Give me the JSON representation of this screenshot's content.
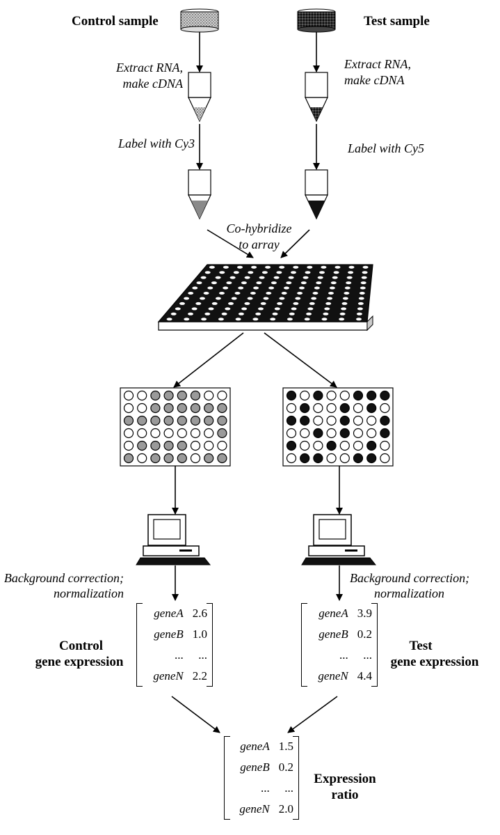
{
  "labels": {
    "control_sample": "Control sample",
    "test_sample": "Test sample",
    "extract_left_1": "Extract RNA,",
    "extract_left_2": "make cDNA",
    "extract_right_1": "Extract RNA,",
    "extract_right_2": "make cDNA",
    "label_cy3": "Label with Cy3",
    "label_cy5": "Label with Cy5",
    "cohybridize_1": "Co-hybridize",
    "cohybridize_2": "to array",
    "bg_left_1": "Background correction;",
    "bg_left_2": "normalization",
    "bg_right_1": "Background correction;",
    "bg_right_2": "normalization",
    "control_expr_1": "Control",
    "control_expr_2": "gene expression",
    "test_expr_1": "Test",
    "test_expr_2": "gene expression",
    "ratio_1": "Expression",
    "ratio_2": "ratio"
  },
  "matrices": {
    "control": [
      {
        "gene": "geneA",
        "value": "2.6"
      },
      {
        "gene": "geneB",
        "value": "1.0"
      },
      {
        "gene": "...",
        "value": "..."
      },
      {
        "gene": "geneN",
        "value": "2.2"
      }
    ],
    "test": [
      {
        "gene": "geneA",
        "value": "3.9"
      },
      {
        "gene": "geneB",
        "value": "0.2"
      },
      {
        "gene": "...",
        "value": "..."
      },
      {
        "gene": "geneN",
        "value": "4.4"
      }
    ],
    "ratio": [
      {
        "gene": "geneA",
        "value": "1.5"
      },
      {
        "gene": "geneB",
        "value": "0.2"
      },
      {
        "gene": "...",
        "value": "..."
      },
      {
        "gene": "geneN",
        "value": "2.0"
      }
    ]
  },
  "spot_grids": {
    "control": {
      "fill_color": "#9a9a9a",
      "rows": [
        [
          0,
          0,
          1,
          1,
          1,
          1,
          0,
          0
        ],
        [
          0,
          0,
          1,
          1,
          1,
          1,
          1,
          1
        ],
        [
          1,
          1,
          1,
          1,
          1,
          1,
          1,
          1
        ],
        [
          0,
          0,
          0,
          0,
          0,
          0,
          0,
          1
        ],
        [
          0,
          1,
          1,
          1,
          1,
          0,
          0,
          0
        ],
        [
          1,
          0,
          1,
          1,
          1,
          0,
          1,
          1
        ]
      ]
    },
    "test": {
      "fill_color": "#111111",
      "rows": [
        [
          1,
          0,
          1,
          0,
          0,
          1,
          1,
          1
        ],
        [
          0,
          1,
          0,
          0,
          1,
          0,
          1,
          0
        ],
        [
          1,
          1,
          0,
          0,
          1,
          0,
          0,
          1
        ],
        [
          0,
          0,
          1,
          0,
          1,
          0,
          0,
          1
        ],
        [
          1,
          0,
          0,
          1,
          0,
          0,
          1,
          0
        ],
        [
          0,
          1,
          1,
          0,
          0,
          1,
          1,
          0
        ]
      ]
    }
  },
  "icons": [
    "sample-dish-icon",
    "tube-icon",
    "microarray-icon",
    "computer-icon"
  ]
}
